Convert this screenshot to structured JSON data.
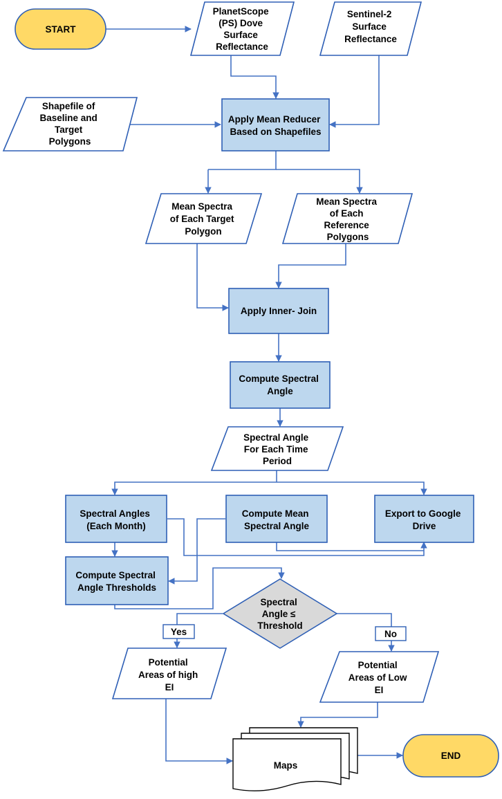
{
  "nodes": {
    "start": [
      "START"
    ],
    "planetscope": [
      "PlanetScope",
      "(PS) Dove",
      "Surface",
      "Reflectance"
    ],
    "sentinel": [
      "Sentinel-2",
      "Surface",
      "Reflectance"
    ],
    "shapefile": [
      "Shapefile of",
      "Baseline and",
      "Target",
      "Polygons"
    ],
    "mean_reducer": [
      "Apply Mean Reducer",
      "Based on Shapefiles"
    ],
    "target_spectra": [
      "Mean Spectra",
      "of Each Target",
      "Polygon"
    ],
    "reference_spectra": [
      "Mean Spectra",
      "of Each",
      "Reference",
      "Polygons"
    ],
    "inner_join": [
      "Apply Inner- Join"
    ],
    "compute_angle": [
      "Compute Spectral",
      "Angle"
    ],
    "angle_period": [
      "Spectral Angle",
      "For Each Time",
      "Period"
    ],
    "angles_month": [
      "Spectral Angles",
      "(Each Month)"
    ],
    "mean_angle": [
      "Compute Mean",
      "Spectral Angle"
    ],
    "export": [
      "Export to Google",
      "Drive"
    ],
    "thresholds": [
      "Compute Spectral",
      "Angle Thresholds"
    ],
    "decision": [
      "Spectral",
      "Angle ≤",
      "Threshold"
    ],
    "high_ei": [
      "Potential",
      "Areas of high",
      "EI"
    ],
    "low_ei": [
      "Potential",
      "Areas of Low",
      "EI"
    ],
    "maps": [
      "Maps"
    ],
    "end": [
      "END"
    ]
  },
  "edge_labels": {
    "yes": "Yes",
    "no": "No"
  },
  "colors": {
    "connector": "#4472c4",
    "process_fill": "#bdd7ee",
    "terminal_fill": "#ffd966",
    "decision_fill": "#d9d9d9"
  }
}
